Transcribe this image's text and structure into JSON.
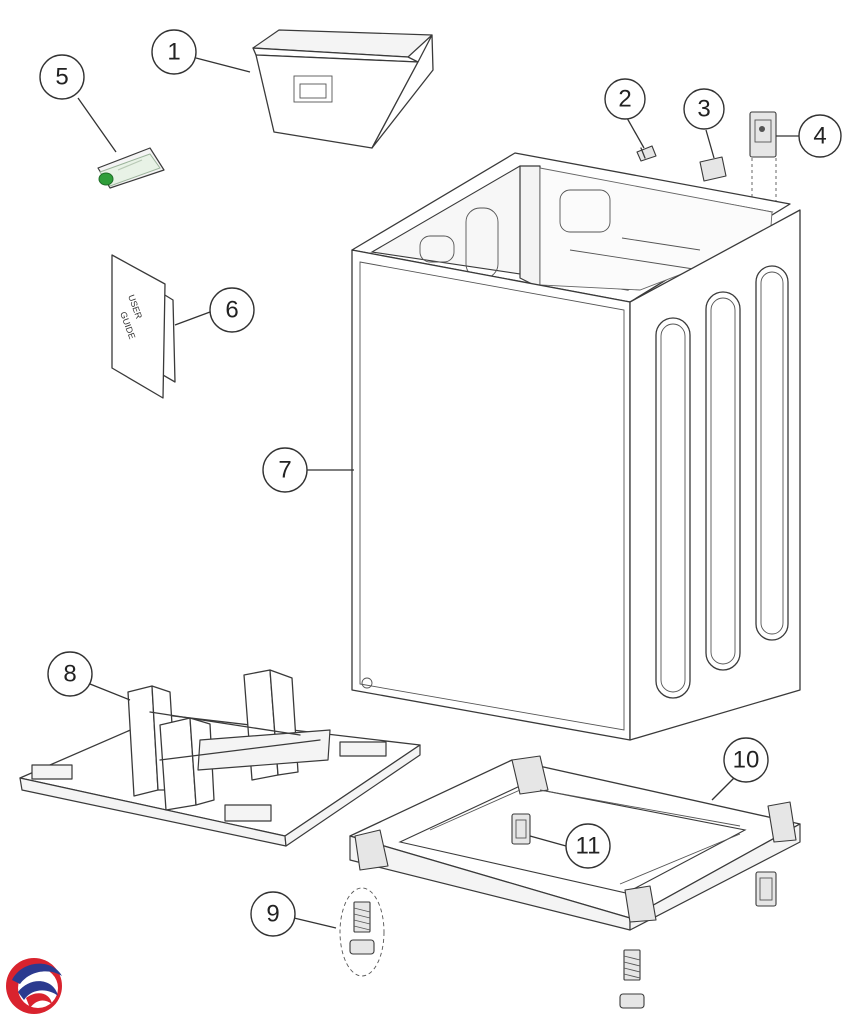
{
  "callouts": [
    {
      "id": "1",
      "label": "1"
    },
    {
      "id": "2",
      "label": "2"
    },
    {
      "id": "3",
      "label": "3"
    },
    {
      "id": "4",
      "label": "4"
    },
    {
      "id": "5",
      "label": "5"
    },
    {
      "id": "6",
      "label": "6"
    },
    {
      "id": "7",
      "label": "7"
    },
    {
      "id": "8",
      "label": "8"
    },
    {
      "id": "9",
      "label": "9"
    },
    {
      "id": "10",
      "label": "10"
    },
    {
      "id": "11",
      "label": "11"
    }
  ],
  "user_guide": {
    "line1": "USER",
    "line2": "GUIDE"
  },
  "colors": {
    "line": "#3a3a3a",
    "logo_red": "#d9232e",
    "logo_blue": "#2b3a8f",
    "cap_green": "#2f9e3a"
  }
}
